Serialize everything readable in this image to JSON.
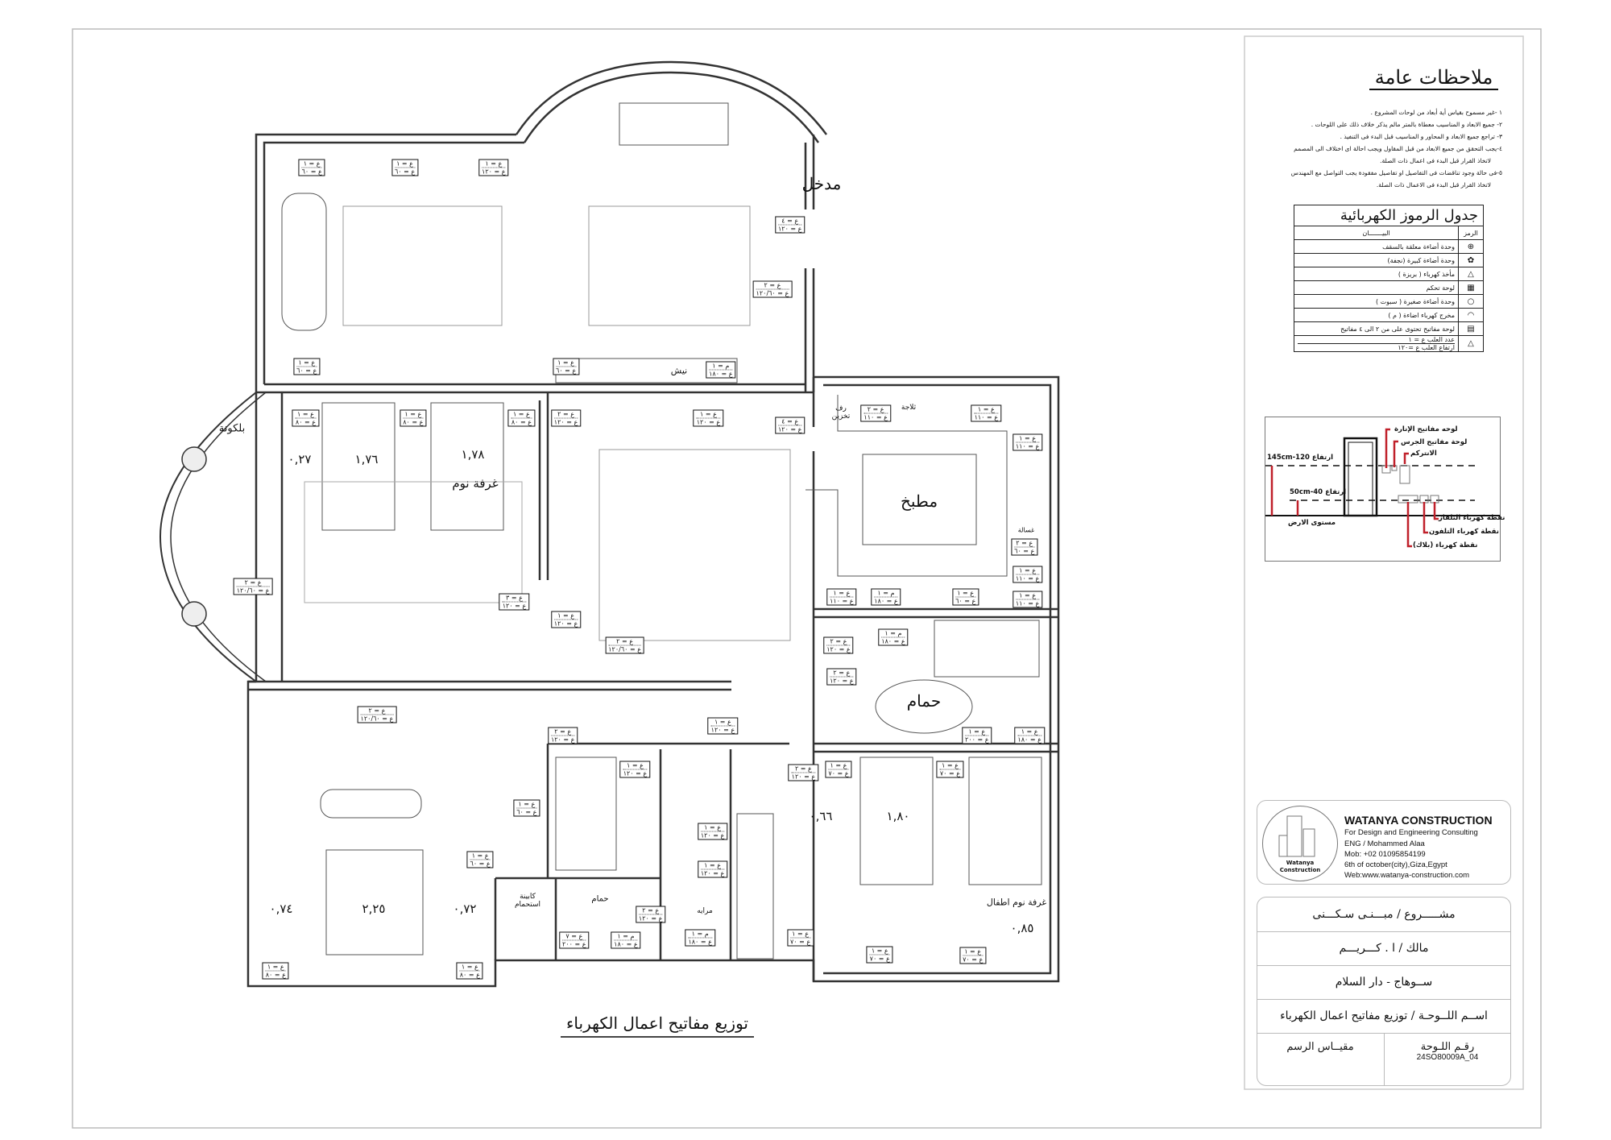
{
  "plan_title": "توزيع مفاتيح اعمال الكهرباء",
  "rooms": {
    "entrance": "مدخل",
    "balcony": "بلكونة",
    "bedroom": "غرفة نوم",
    "kitchen": "مطبخ",
    "bathroom": "حمام",
    "kids_bedroom": "غرفة نوم اطفال",
    "bathroom_small": "حمام",
    "shower_cabin": "كابينة استحمام",
    "fridge": "ثلاجة",
    "storage_shelf": "رف تخزين",
    "niche": "نيش",
    "mirror": "مرايه",
    "washer": "غسالة"
  },
  "dimensions": [
    "١,٧٦",
    "١,٧٨",
    "٠,٢٧",
    "١,٨٠",
    "٠,٦٦",
    "٢,٢٥",
    "٠,٧٤",
    "٠,٧٢",
    "٠,٨٥"
  ],
  "switch_tags": [
    [
      "ع = ١",
      "ع = ٦٠"
    ],
    [
      "ع = ١",
      "ع = ٦٠"
    ],
    [
      "ع = ١",
      "ع = ١٢٠"
    ],
    [
      "ع = ١",
      "ع = ٦٠"
    ],
    [
      "ع = ١",
      "ع = ٦٠"
    ],
    [
      "م = ١",
      "ع = ١٨٠"
    ],
    [
      "ع = ٤",
      "ع = ١٢٠"
    ],
    [
      "ع = ٢",
      "ع = ١٢٠/٦٠"
    ],
    [
      "ع = ٤",
      "ع = ١٢٠"
    ],
    [
      "ع = ٢",
      "ع = ١١٠"
    ],
    [
      "ع = ١",
      "ع = ١١٠"
    ],
    [
      "ع = ١",
      "ع = ١١٠"
    ],
    [
      "ع = ٢",
      "ع = ٦٠"
    ],
    [
      "ع = ١",
      "ع = ١١٠"
    ],
    [
      "ع = ١",
      "ع = ١١٠"
    ],
    [
      "ع = ١",
      "ع = ١١٠"
    ],
    [
      "م = ١",
      "ع = ١٨٠"
    ],
    [
      "ع = ١",
      "ع = ٦٠"
    ],
    [
      "ع = ١",
      "ع = ٨٠"
    ],
    [
      "ع = ١",
      "ع = ٨٠"
    ],
    [
      "ع = ١",
      "ع = ٨٠"
    ],
    [
      "ع = ٢",
      "ع = ١٢٠"
    ],
    [
      "ع = ١",
      "ع = ١٢٠"
    ],
    [
      "ع = ٢",
      "ع = ١٢٠/٦٠"
    ],
    [
      "ع = ٣",
      "ع = ١٢٠"
    ],
    [
      "ع = ١",
      "ع = ١٢٠"
    ],
    [
      "ع = ٢",
      "ع = ١٢٠/٦٠"
    ],
    [
      "ع = ٢",
      "ع = ١٢٠/٦٠"
    ],
    [
      "ع = ٢",
      "ع = ١٢٠"
    ],
    [
      "م = ١",
      "ع = ١٨٠"
    ],
    [
      "ع = ٢",
      "ع = ١٢٠"
    ],
    [
      "ع = ١",
      "ع = ٢٠٠"
    ],
    [
      "ع = ١",
      "ع = ١٨٠"
    ],
    [
      "ع = ١",
      "ع = ١٢٠"
    ],
    [
      "ع = ٢",
      "ع = ١٢٠"
    ],
    [
      "ع = ١",
      "ع = ١٢٠"
    ],
    [
      "ع = ١",
      "ع = ٦٠"
    ],
    [
      "ع = ١",
      "ع = ١٢٠"
    ],
    [
      "ع = ١",
      "ع = ١٢٠"
    ],
    [
      "ع = ١",
      "ع = ٦٠"
    ],
    [
      "ع = ٢",
      "ع = ١٢٠"
    ],
    [
      "ع = ١",
      "ع = ٧٠"
    ],
    [
      "ع = ١",
      "ع = ٧٠"
    ],
    [
      "ع = ١",
      "ع = ٧٠"
    ],
    [
      "ع = ١",
      "ع = ٧٠"
    ],
    [
      "ع = ١",
      "ع = ٧٠"
    ],
    [
      "ع = ١",
      "ع = ٨٠"
    ],
    [
      "ع = ١",
      "ع = ٨٠"
    ],
    [
      "ع = ٧",
      "ع = ٢٠٠"
    ],
    [
      "م = ١",
      "ع = ١٨٠"
    ],
    [
      "ع = ٢",
      "ع = ١٢٠"
    ],
    [
      "م = ١",
      "ع = ١٨٠"
    ]
  ],
  "notes": {
    "title": "ملاحظات عامة",
    "items": [
      "١ -غير مسموح بقياس أية أبعاد من لوحات المشروع .",
      "٢- جميع الابعاد و المناسيب معطاة بالمتر مالم يذكر خلاف ذلك على اللوحات .",
      "٣- تراجع جميع الابعاد و المحاور و المناسيب  قبل البدء فى التنفيذ .",
      "٤-يجب التحقق من جميع الابعاد من قبل المقاول ويجب احالة اى اختلاف الى المصمم",
      "لاتخاذ القرار قبل البدء فى اعمال ذات الصلة.",
      "٥-فى حالة وجود تناقضات فى التفاصيل او تفاصيل مفقودة يجب التواصل مع المهندس",
      "لاتخاذ القرار قبل البدء فى الاعمال ذات الصلة."
    ]
  },
  "symbols_table": {
    "title": "جدول الرموز الكهربائية",
    "col_symbol": "الرمز",
    "col_desc": "البيـــــــان",
    "rows": [
      {
        "icon": "ceiling-light-icon",
        "glyph": "⊕",
        "desc": "وحدة أضاءة  معلقة بالسقف"
      },
      {
        "icon": "chandelier-icon",
        "glyph": "✿",
        "desc": "وحدة أضاءة  كبيرة  (نجفة)"
      },
      {
        "icon": "socket-icon",
        "glyph": "△",
        "desc": "مأخذ كهرباء  ( بريزة )"
      },
      {
        "icon": "control-panel-icon",
        "glyph": "▦",
        "desc": "لوحة تحكم"
      },
      {
        "icon": "spotlight-icon",
        "glyph": "○",
        "desc": "وحدة أضاءة صغيرة ( سبوت )"
      },
      {
        "icon": "light-outlet-icon",
        "glyph": "◠",
        "desc": "مخرج كهرباء اضاءة (  م  )"
      },
      {
        "icon": "switch-panel-icon",
        "glyph": "▤",
        "desc": "لوحة مفاتيح تحتوى على من ٢ الى ٤  مفاتيح"
      },
      {
        "icon": "switch-height-icon",
        "glyph": "△",
        "desc": "عدد العلب ع = ١",
        "desc2": "ارتفاع العلب ع =١٢٠"
      }
    ]
  },
  "height_diagram": {
    "lighting_switches": "لوحه مفاتيح الإنارة",
    "bell_switches": "لوحة مفاتيح الجرس",
    "intercom": "الانتركم",
    "height_high": "ارتفاع 120-145cm",
    "height_low": "ارتفاع 40-50cm",
    "floor_level": "مستوى الارض",
    "tv_point": "نقطة كهرباء التلفاز",
    "phone_point": "نقطة كهرباء التلفون",
    "power_point": "نقطة كهرباء (بلاك)",
    "accent": "#c0202a"
  },
  "company": {
    "logo_text": "Watanya Construction",
    "name": "WATANYA CONSTRUCTION",
    "tagline": "For Design and Engineering Consulting",
    "engineer": "ENG / Mohammed Alaa",
    "mobile": "Mob: +02 01095854199",
    "address": "6th of october(city),Giza,Egypt",
    "web": "Web:www.watanya-construction.com"
  },
  "project": {
    "project": "مشـــــروع / مبـــنـى سـكـــنى",
    "owner": "مالك / ا . كـــريـــم",
    "location": "ســوهاج  -  دار السلام",
    "sheet_name": "اســم اللــوحـة  /  توزيع مفاتيح اعمال الكهرباء",
    "scale_label": "مقيــاس الرسم",
    "sheet_no_label": "رقـم اللـوحة",
    "sheet_no": "24SO80009A_04"
  }
}
